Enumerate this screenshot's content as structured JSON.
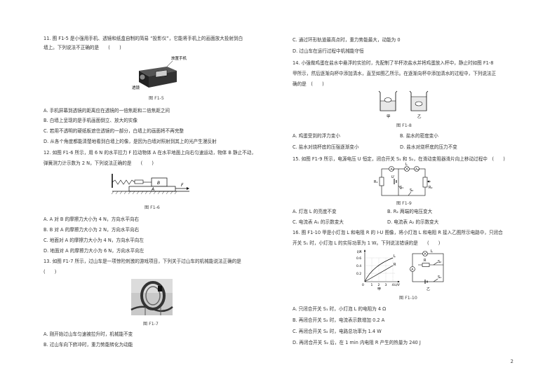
{
  "left": {
    "q11": {
      "stem1": "11. 图 F1-5 是小强用手机、透镜和纸盒自制的简易 “投影仪”，它能将手机上的画面放大投射到白",
      "stem2": "墙上。下列说法不正确的是　　(　　)",
      "fig_label_phone": "放置手机",
      "fig_label_lens": "透镜",
      "fig_caption": "图 F1-5",
      "options": [
        "A. 手机屏幕到透镜的距离应在透镜的一倍焦距和二倍焦距之间",
        "B. 白墙上呈现的是手机画面倒立、放大的实像",
        "C. 若用不透明的硬纸板遮住透镜的一部分，白墙上的画面将不再完整",
        "D. 从各个角度都能清楚地看到白墙上的像，是因为白墙对照射到其上的光产生漫反射"
      ]
    },
    "q12": {
      "stem1": "12. 如图 F1-6 所示，用 6 N 的水平拉力 F 拉动物体 A 在水平地面上向右匀速运动，物体 B 静止不动，",
      "stem2": "弹簧测力计示数为 2 N，下列说法正确的是　　(　　)",
      "fig_label_B": "B",
      "fig_label_A": "A",
      "fig_label_F": "F",
      "fig_caption": "图 F1-6",
      "options": [
        "A. A 对 B 的摩擦力大小为 4 N，方向水平向右",
        "B. B 对 A 的摩擦力大小为 2 N，方向水平向右",
        "C. 地面对 A 的摩擦力大小为 4 N，方向水平向左",
        "D. 地面对 A 的摩擦力大小为 6 N，方向水平向左"
      ]
    },
    "q13": {
      "stem1": "13. 如图 F1-7 所示，过山车是一项惊险刺激的游戏项目，下列关于过山车的机械能说法正确的是",
      "stem2": "(　　)",
      "fig_caption": "图 F1-7",
      "options": [
        "A. 刚开始过山车匀速被拉升时，机械能不变",
        "B. 过山车向下俯冲时，重力势能转化为动能"
      ]
    }
  },
  "right": {
    "q13_rest": [
      "C. 通过环形轨道最高点时，重力势能最大，动能为 0",
      "D. 过山车在运行过程中机械能守恒"
    ],
    "q14": {
      "stem1": "14. 小强做鸡蛋在盐水中悬浮的实验时，先配制了半杯浓盐水并将鸡蛋放入杯中，静止时如图 F1-8",
      "stem2": "甲所示，然后逐渐向杯中添加清水，直至如图乙所示。在逐渐向杯中添加清水的过程中，下列说法正",
      "stem3": "确的是　(　　)",
      "fig_label_jia": "甲",
      "fig_label_yi": "乙",
      "fig_caption": "图 F1-8",
      "options": [
        [
          "A. 鸡蛋受到的浮力变小",
          "B. 盐水的密度变小"
        ],
        [
          "C. 盐水对烧杯底的压强逐渐变小",
          "D. 盐水对烧杯底的压力不变"
        ]
      ]
    },
    "q15": {
      "stem1": "15. 如图 F1-9 所示，电源电压 U 恒定，闭合开关 S₁ 和 S₂，在滑动变阻器滑片向上移动过程中　(　　)",
      "fig_caption": "图 F1-9",
      "fig_labels": {
        "R1": "R₁",
        "R2": "R₂",
        "L": "L",
        "A1": "A₁",
        "A2": "A₂",
        "S1": "S₁",
        "S2": "S₂",
        "U": "U"
      },
      "options": [
        [
          "A. 灯泡 L 的亮度不变",
          "B. R₂ 两端的电压变大"
        ],
        [
          "C. 电流表 A₁ 的示数变大",
          "D. 电流表 A₂ 的示数变大"
        ]
      ]
    },
    "q16": {
      "stem1": "16. 图 F1-10 甲是小灯泡 L 和电阻 R 的 I-U 图像，将小灯泡 L 和电阻 R 接入乙图所示电路中，只闭合",
      "stem2": "开关 S₁ 时，小灯泡 L 的实际功率为 1 W。下列说法错误的是　　(　　)",
      "fig_caption": "图 F1-10",
      "graph": {
        "ylabel": "I/A",
        "xlabel": "U/V",
        "yticks": [
          "0.6",
          "0.4",
          "0.2"
        ],
        "xticks": [
          "0",
          "1",
          "2",
          "3",
          "4"
        ],
        "curve_L": "L",
        "curve_R": "R",
        "sub_label": "甲"
      },
      "circuit": {
        "L": "L",
        "R": "R",
        "S1": "S₁",
        "S2": "S₂",
        "A": "A",
        "sub_label": "乙"
      },
      "options": [
        "A. 只闭合开关 S₁ 时，小灯泡 L 的电阻为 4 Ω",
        "B. 再闭合开关 S₂ 时，电流表示数增加 0.2 A",
        "C. 再闭合开关 S₂ 时，电路总功率为 1.4 W",
        "D. 再闭合开关 S₂ 后，在 1 min 内电阻 R 产生的热量为 240 J"
      ]
    }
  },
  "page_number": "2"
}
